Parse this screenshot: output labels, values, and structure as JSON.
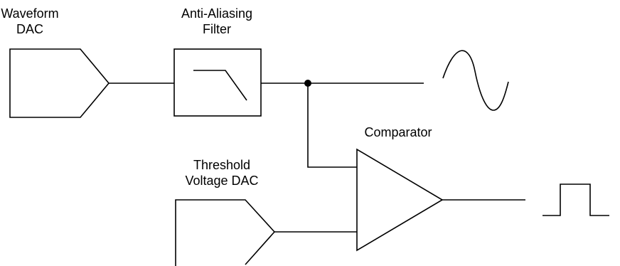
{
  "blocks": {
    "waveform_dac": {
      "line1": "Waveform",
      "line2": "DAC"
    },
    "anti_aliasing_filter": {
      "line1": "Anti-Aliasing",
      "line2": "Filter"
    },
    "comparator": {
      "label": "Comparator"
    },
    "threshold_dac": {
      "line1": "Threshold",
      "line2": "Voltage DAC"
    }
  },
  "outputs": {
    "top_signal_icon": "sine-wave-icon",
    "bottom_signal_icon": "square-pulse-icon"
  },
  "colors": {
    "line": "#000000",
    "background": "#ffffff"
  }
}
